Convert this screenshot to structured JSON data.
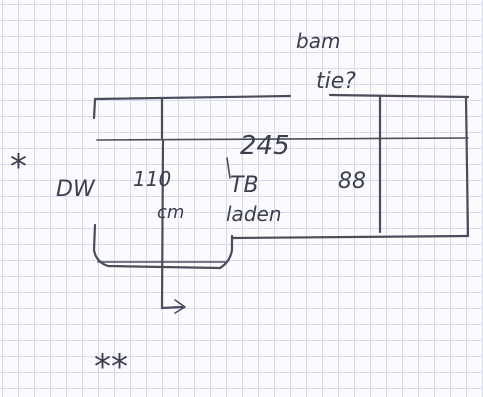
{
  "sketch": {
    "question_note_line1": "bam",
    "question_note_line2": "tie?",
    "dimension_total": "245",
    "label_left": "DW",
    "label_center_line1": "110",
    "label_center_line2": "cm",
    "label_right_line1": "TB",
    "label_right_line2": "laden",
    "label_far_right": "88",
    "marker_single": "*",
    "marker_double": "**"
  }
}
